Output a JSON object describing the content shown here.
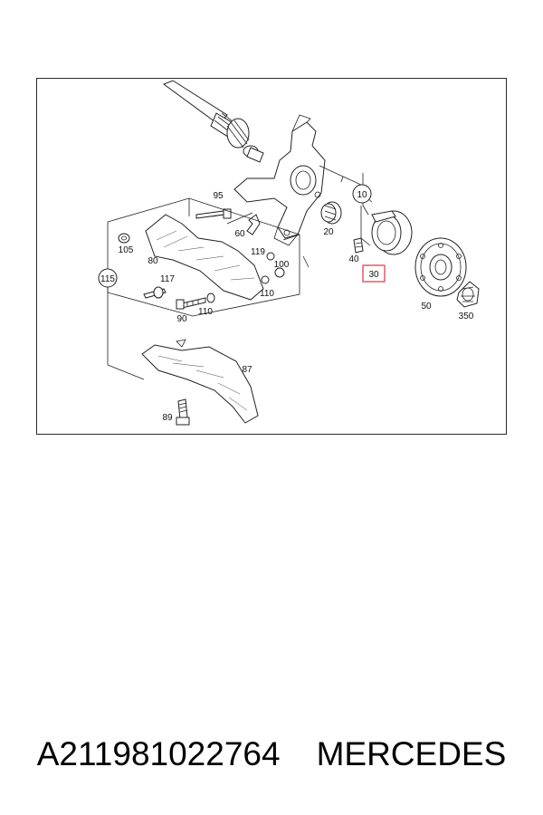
{
  "diagram": {
    "callouts": {
      "c10": "10",
      "c20": "20",
      "c30": "30",
      "c40": "40",
      "c50": "50",
      "c60": "60",
      "c80": "80",
      "c87": "87",
      "c89": "89",
      "c90": "90",
      "c95": "95",
      "c100": "100",
      "c105": "105",
      "c110a": "110",
      "c110b": "110",
      "c115": "115",
      "c117": "117",
      "c119": "119",
      "c350": "350"
    },
    "highlight_color": "#d9333f"
  },
  "caption": {
    "part_number": "A211981022764",
    "brand": "MERCEDES"
  }
}
